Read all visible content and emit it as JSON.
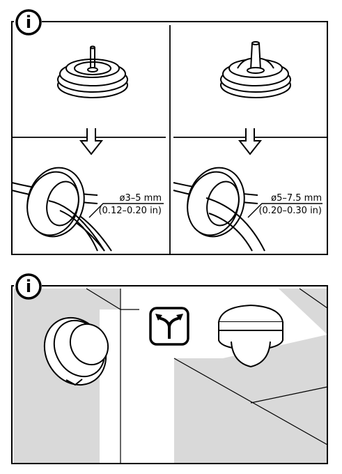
{
  "info_icon_symbol": "i",
  "fork_icon_symbol": "",
  "cable_options": [
    {
      "diameter_mm": "ø3–5 mm",
      "diameter_in": "(0.12–0.20 in)"
    },
    {
      "diameter_mm": "ø5–7.5 mm",
      "diameter_in": "(0.20–0.30 in)"
    }
  ],
  "colors": {
    "stroke": "#000000",
    "wall_fill": "#d9d9d9",
    "background": "#ffffff"
  }
}
